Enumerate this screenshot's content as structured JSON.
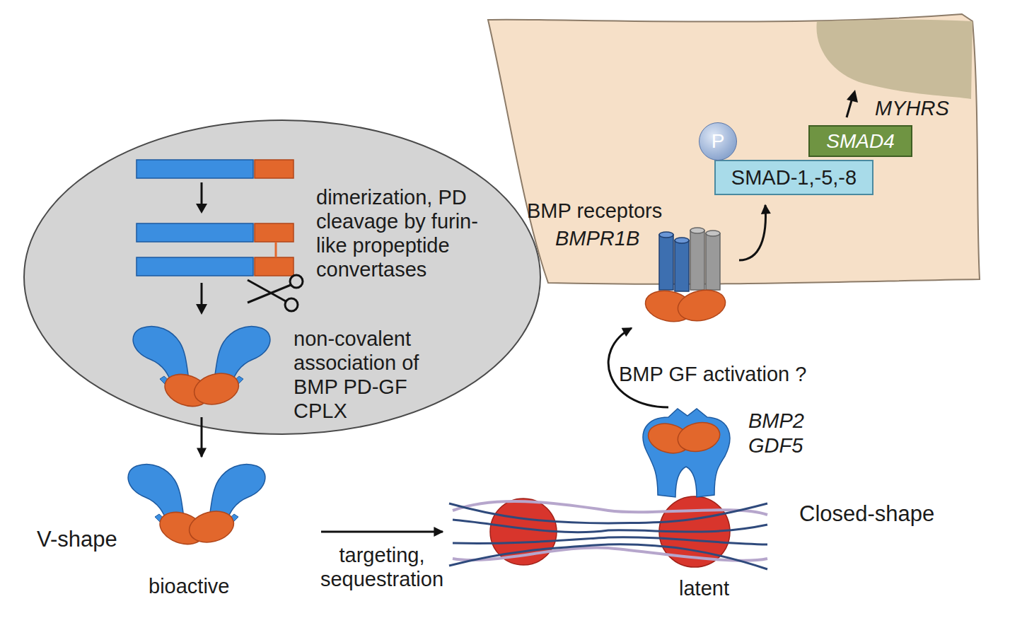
{
  "diagram": {
    "nodes": [
      {
        "text": [
          "dimerization, PD cleavage by furin-like propeptide convertases",
          "non-covalent association of BMP PD-GF CPLX"
        ]
      },
      {
        "text": [
          "MYHRS"
        ]
      },
      {
        "text": [
          "P"
        ],
        "in": 1
      },
      {
        "text": [
          "SMAD4"
        ],
        "in": 1
      },
      {
        "text": [
          "SMAD-1,-5,-8"
        ],
        "in": 1
      },
      {
        "text": [
          "BMP receptors",
          "BMPR1B"
        ]
      },
      {
        "text": [
          "BMP2",
          "GDF5"
        ]
      },
      {
        "text": [
          "V-shape",
          "bioactive"
        ]
      }
    ],
    "edges": [
      {
        "from": 0,
        "to": 7,
        "arrow": "to"
      },
      {
        "from": 7,
        "to": 6,
        "label": "targeting, sequestration",
        "arrow": "to"
      },
      {
        "from": 6,
        "to": 5,
        "label": "BMP GF activation ?",
        "arrow": "to"
      },
      {
        "from": 5,
        "to": 4,
        "arrow": "to"
      }
    ],
    "labels": [
      "Closed-shape",
      "latent"
    ]
  }
}
